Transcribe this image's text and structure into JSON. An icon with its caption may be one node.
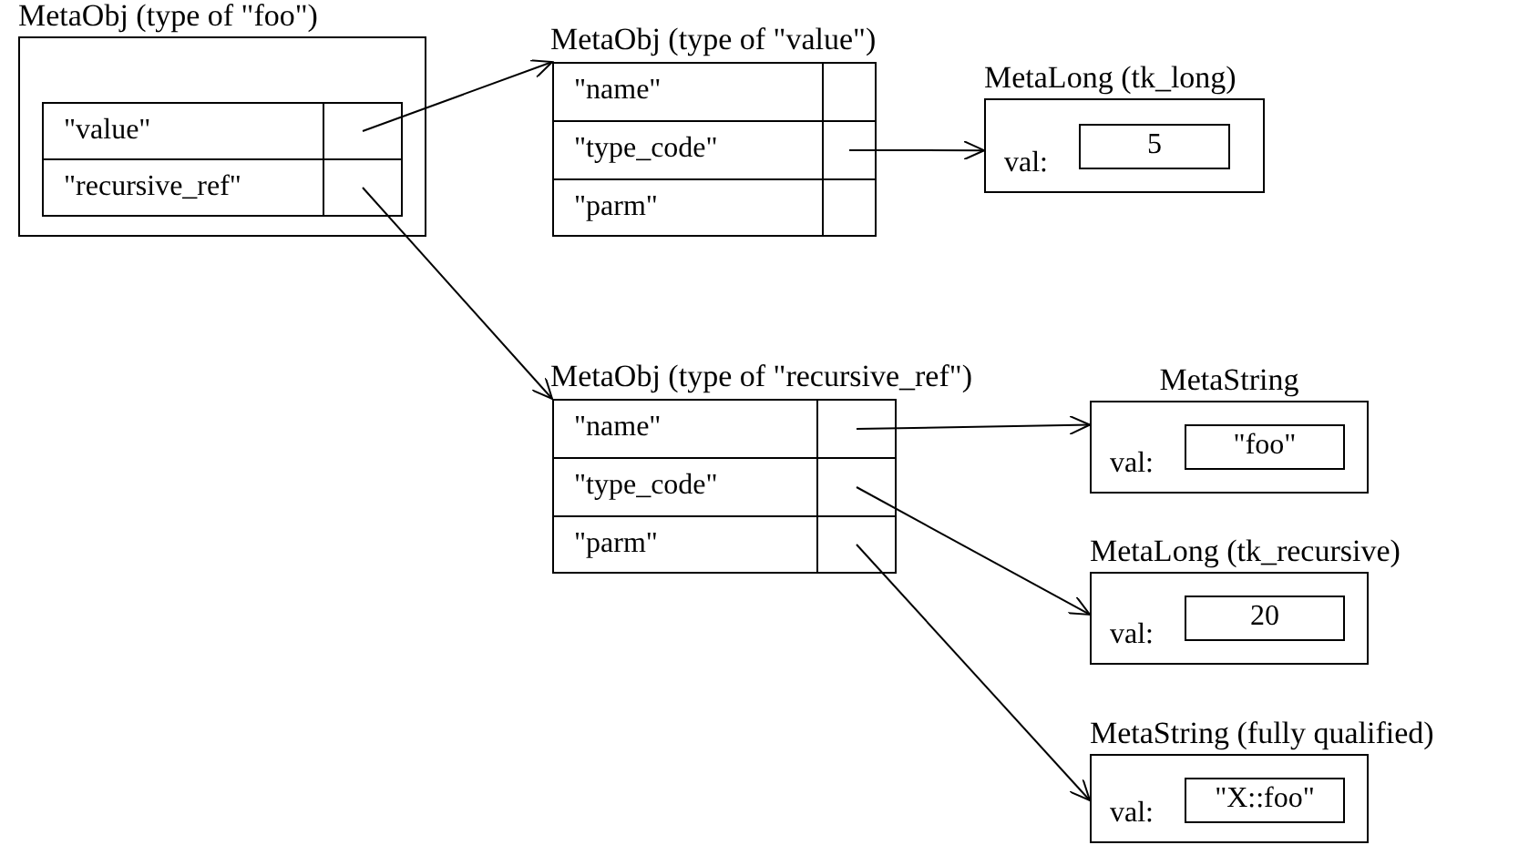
{
  "diagram": {
    "nodes": [
      {
        "text": [
          "MetaObj (type of \"foo\")"
        ]
      },
      {
        "text": [
          "\"value\""
        ],
        "in": 0
      },
      {
        "text": [],
        "shape": "box",
        "in": 0
      },
      {
        "text": [
          "\"recursive_ref\""
        ],
        "in": 0
      },
      {
        "text": [],
        "shape": "box",
        "in": 0
      },
      {
        "text": [
          "MetaObj (type of \"value\")"
        ]
      },
      {
        "text": [
          "\"name\""
        ],
        "in": 5
      },
      {
        "text": [],
        "shape": "box",
        "in": 5
      },
      {
        "text": [
          "\"type_code\""
        ],
        "in": 5
      },
      {
        "text": [],
        "shape": "box",
        "in": 5
      },
      {
        "text": [
          "\"parm\""
        ],
        "in": 5
      },
      {
        "text": [],
        "shape": "box",
        "in": 5
      },
      {
        "text": [
          "MetaLong (tk_long)",
          "val:"
        ]
      },
      {
        "text": [
          "5"
        ],
        "in": 12
      },
      {
        "text": [
          "MetaObj (type of \"recursive_ref\")"
        ]
      },
      {
        "text": [
          "\"name\""
        ],
        "in": 14
      },
      {
        "text": [],
        "shape": "box",
        "in": 14
      },
      {
        "text": [
          "\"type_code\""
        ],
        "in": 14
      },
      {
        "text": [],
        "shape": "box",
        "in": 14
      },
      {
        "text": [
          "\"parm\""
        ],
        "in": 14
      },
      {
        "text": [],
        "shape": "box",
        "in": 14
      },
      {
        "text": [
          "MetaString",
          "val:"
        ]
      },
      {
        "text": [
          "\"foo\""
        ],
        "in": 21
      },
      {
        "text": [
          "MetaLong (tk_recursive)",
          "val:"
        ]
      },
      {
        "text": [
          "20"
        ],
        "in": 23
      },
      {
        "text": [
          "MetaString (fully qualified)",
          "val:"
        ]
      },
      {
        "text": [
          "\"X::foo\""
        ],
        "in": 25
      }
    ],
    "edges": [
      {
        "from": 2,
        "to": 5,
        "arrow": "to"
      },
      {
        "from": 4,
        "to": 14,
        "arrow": "to"
      },
      {
        "from": 9,
        "to": 12,
        "arrow": "to"
      },
      {
        "from": 16,
        "to": 21,
        "arrow": "to"
      },
      {
        "from": 18,
        "to": 23,
        "arrow": "to"
      },
      {
        "from": 20,
        "to": 25,
        "arrow": "to"
      }
    ]
  }
}
